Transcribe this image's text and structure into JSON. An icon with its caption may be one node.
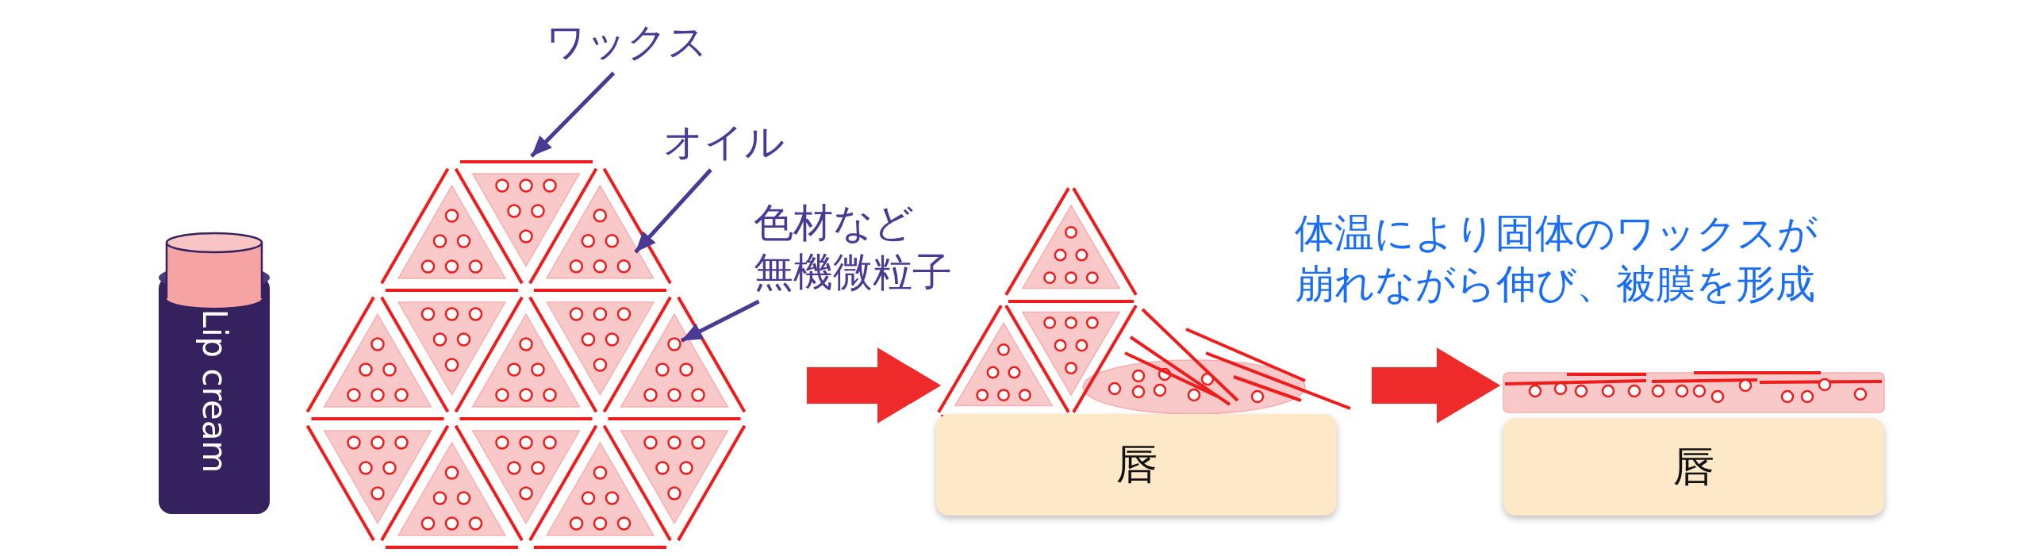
{
  "diagram": {
    "nodes": [
      {
        "text": [
          "Lip cream"
        ]
      },
      {
        "text": [
          "ワックス"
        ]
      },
      {
        "text": [
          "オイル"
        ]
      },
      {
        "text": [
          "色材など",
          "無機微粒子"
        ]
      },
      {
        "text": [],
        "shape": "picture"
      },
      {
        "text": [],
        "shape": "bar",
        "in": 4
      },
      {
        "text": [],
        "shape": "triangle",
        "in": 4
      },
      {
        "text": [],
        "shape": "circle",
        "in": 4
      },
      {
        "text": [],
        "shape": "picture"
      },
      {
        "text": [
          "唇"
        ]
      },
      {
        "text": [],
        "shape": "bar"
      },
      {
        "text": [
          "唇"
        ]
      }
    ],
    "edges": [
      {
        "from": 1,
        "to": 5,
        "arrow": "to"
      },
      {
        "from": 2,
        "to": 6,
        "arrow": "to"
      },
      {
        "from": 3,
        "to": 7,
        "arrow": "to"
      },
      {
        "from": 4,
        "to": 8,
        "arrow": "to",
        "style": "thick",
        "color": "#ee2a2a"
      },
      {
        "from": 8,
        "to": 10,
        "arrow": "to",
        "style": "thick",
        "color": "#ee2a2a"
      }
    ],
    "labels": [
      "体温により固体のワックスが崩れながら伸び、被膜を形成"
    ]
  }
}
